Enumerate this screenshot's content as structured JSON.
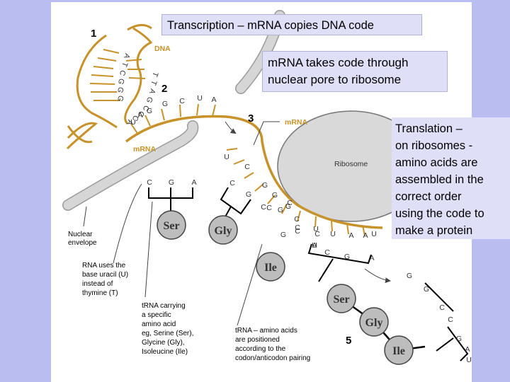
{
  "callouts": {
    "transcription": "Transcription – mRNA copies DNA code",
    "nuclear_pore_lines": [
      "mRNA takes code through",
      "nuclear pore to ribosome"
    ],
    "translation_lines": [
      "Translation –",
      "on ribosomes -",
      "amino acids are",
      "assembled in the",
      "correct order",
      "using the code to",
      "make a protein"
    ]
  },
  "steps": {
    "s1": "1",
    "s2": "2",
    "s3": "3",
    "s5": "5"
  },
  "labels": {
    "dna": "DNA",
    "mrna_top": "mRNA",
    "mrna_left": "mRNA",
    "ribosome": "Ribosome",
    "nuclear_envelope": [
      "Nuclear",
      "envelope"
    ],
    "rna_uracil": [
      "RNA uses the",
      "base uracil (U)",
      "instead of",
      "thymine (T)"
    ],
    "trna_carrying": [
      "tRNA carrying",
      "a specific",
      "amino acid",
      "eg, Serine (Ser),",
      "Glycine (Gly),",
      "Isoleucine (Ile)"
    ],
    "trna_positioned": [
      "tRNA – amino acids",
      "are positioned",
      "according to the",
      "codon/anticodon pairing"
    ]
  },
  "dna_bases": [
    "A",
    "T",
    "C",
    "G",
    "G",
    "G",
    "T",
    "T",
    "A",
    "G",
    "C",
    "C",
    "C",
    "A"
  ],
  "mrna_bases": [
    "U",
    "A",
    "G",
    "G",
    "C",
    "U",
    "A"
  ],
  "codon_bases": [
    "U",
    "C",
    "C",
    "G",
    "G",
    "G",
    "C",
    "C",
    "C",
    "G",
    "G",
    "C",
    "C",
    "C",
    "U",
    "U",
    "A",
    "A",
    "A",
    "G",
    "C",
    "U"
  ],
  "anticodons": {
    "ser": [
      "C",
      "G",
      "A"
    ],
    "ile": [
      "U",
      "C",
      "G",
      "A"
    ],
    "right": [
      "G",
      "G",
      "C",
      "C",
      "G",
      "A",
      "U"
    ]
  },
  "amino_acids": {
    "ser1": "Ser",
    "gly1": "Gly",
    "ile1": "Ile",
    "ser2": "Ser",
    "gly2": "Gly",
    "ile2": "Ile"
  },
  "colors": {
    "background": "#b9bdf0",
    "callout": "#dfe0f7",
    "dna": "#c8922a",
    "membrane": "#d4d4d4",
    "ribosome": "#d9d9d9",
    "amino_acid": "#bdbdbd"
  }
}
